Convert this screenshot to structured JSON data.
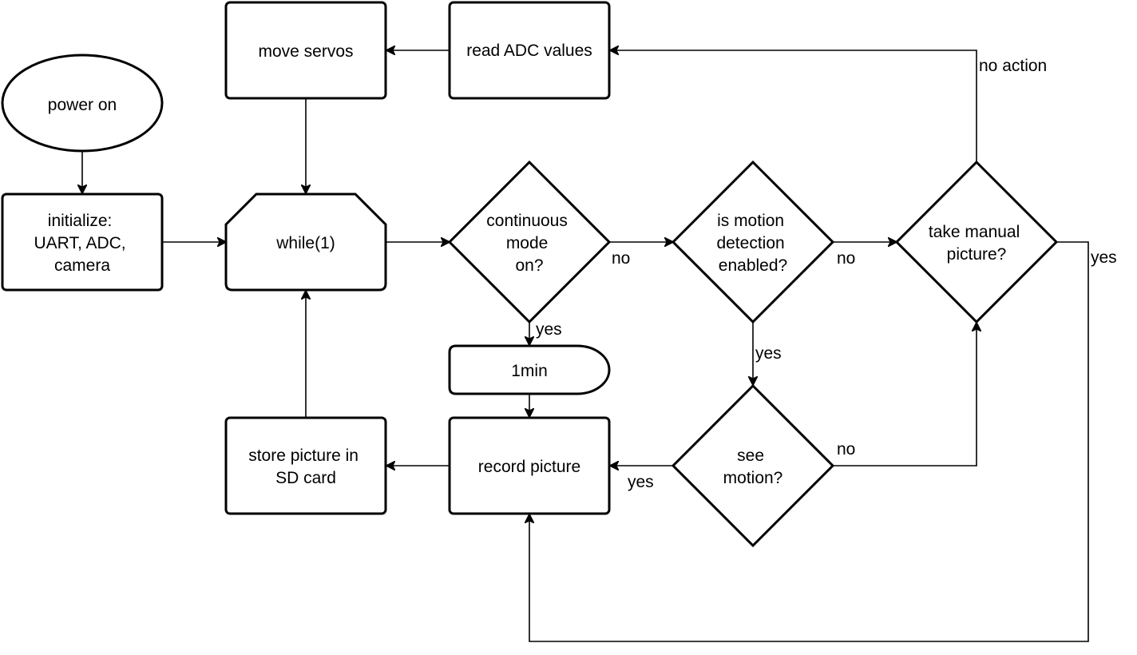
{
  "nodes": {
    "power_on": {
      "lines": [
        "power on"
      ]
    },
    "initialize": {
      "lines": [
        "initialize:",
        "UART, ADC,",
        "camera"
      ]
    },
    "while_loop": {
      "lines": [
        "while(1)"
      ]
    },
    "move_servos": {
      "lines": [
        "move servos"
      ]
    },
    "read_adc": {
      "lines": [
        "read ADC values"
      ]
    },
    "continuous_mode": {
      "lines": [
        "continuous",
        "mode",
        "on?"
      ]
    },
    "motion_detection": {
      "lines": [
        "is motion",
        "detection",
        "enabled?"
      ]
    },
    "manual_picture": {
      "lines": [
        "take manual",
        "picture?"
      ]
    },
    "delay": {
      "lines": [
        "1min"
      ]
    },
    "record_picture": {
      "lines": [
        "record picture"
      ]
    },
    "store_picture": {
      "lines": [
        "store picture in",
        "SD card"
      ]
    },
    "see_motion": {
      "lines": [
        "see",
        "motion?"
      ]
    }
  },
  "edge_labels": {
    "continuous_no": "no",
    "continuous_yes": "yes",
    "motion_enabled_no": "no",
    "motion_enabled_yes": "yes",
    "manual_no_action": "no action",
    "manual_yes": "yes",
    "see_motion_no": "no",
    "see_motion_yes": "yes"
  }
}
